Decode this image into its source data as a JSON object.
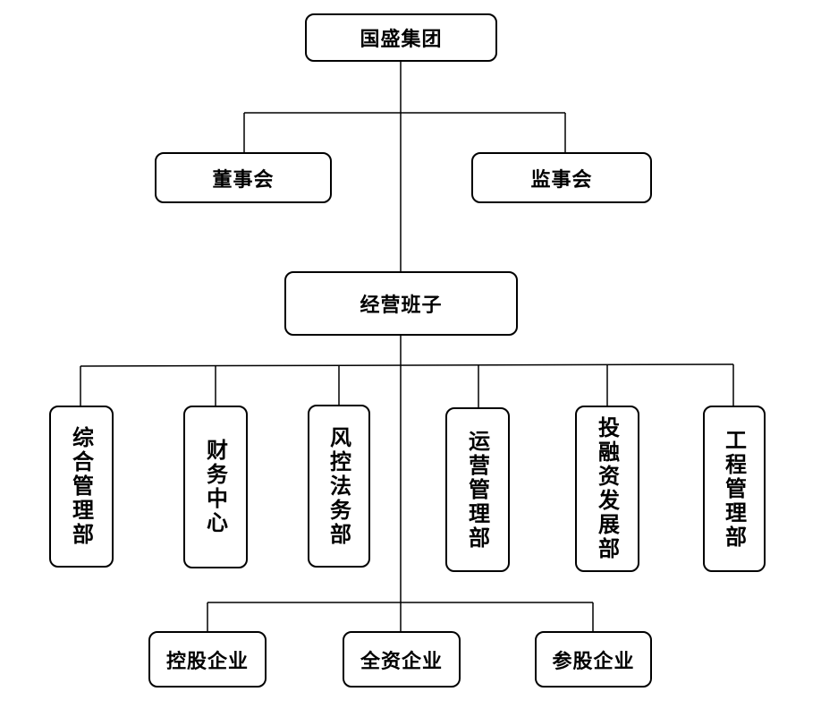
{
  "org_chart": {
    "root": "国盛集团",
    "governance": {
      "board": "董事会",
      "supervisory": "监事会"
    },
    "management": "经营班子",
    "departments": [
      "综合管理部",
      "财务中心",
      "风控法务部",
      "运营管理部",
      "投融资发展部",
      "工程管理部"
    ],
    "enterprises": [
      "控股企业",
      "全资企业",
      "参股企业"
    ]
  }
}
